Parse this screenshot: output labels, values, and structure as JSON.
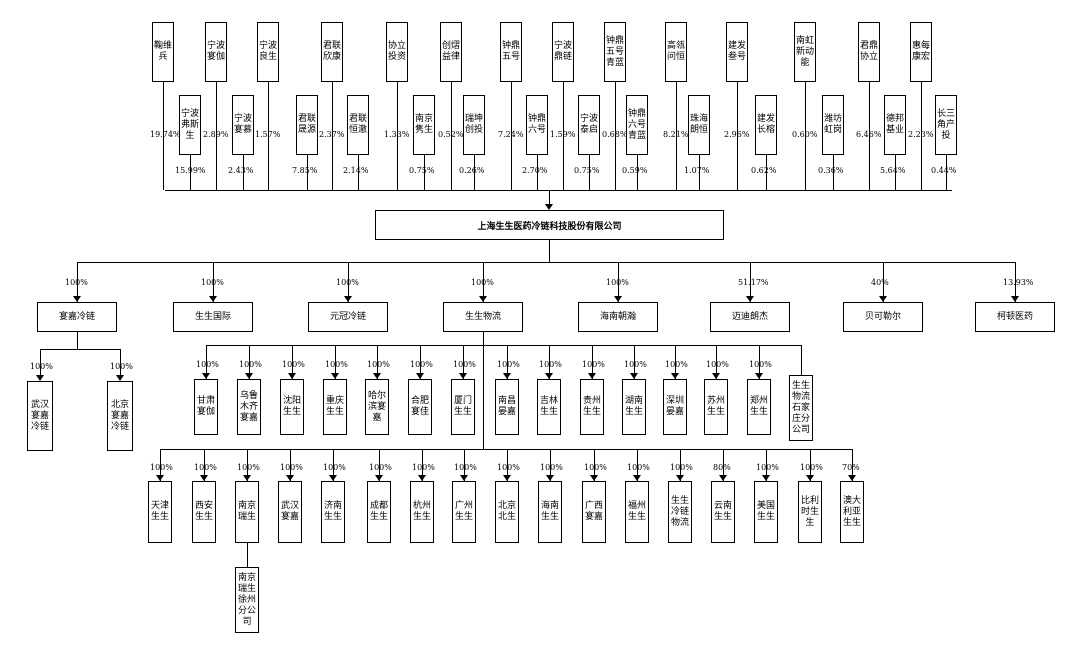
{
  "company": "上海生生医药冷链科技股份有限公司",
  "shareholders_top": [
    {
      "name": "鞠维兵",
      "pct": "19.74%"
    },
    {
      "name": "宁波宴伽",
      "pct": "2.89%"
    },
    {
      "name": "宁波良生",
      "pct": "1.57%"
    },
    {
      "name": "君联欣康",
      "pct": "2.37%"
    },
    {
      "name": "协立投资",
      "pct": "1.33%"
    },
    {
      "name": "创熠益律",
      "pct": "0.52%"
    },
    {
      "name": "钟鼎五号",
      "pct": "7.24%"
    },
    {
      "name": "宁波鼎链",
      "pct": "1.59%"
    },
    {
      "name": "钟鼎五号青蓝",
      "pct": "0.68%"
    },
    {
      "name": "高瓴问恒",
      "pct": "8.21%"
    },
    {
      "name": "建发叁号",
      "pct": "2.96%"
    },
    {
      "name": "南虹新动能",
      "pct": "0.60%"
    },
    {
      "name": "君鼎协立",
      "pct": "6.46%"
    },
    {
      "name": "惠每康宏",
      "pct": "2.23%"
    }
  ],
  "shareholders_bottom": [
    {
      "name": "宁波弗斯生",
      "pct": "15.99%"
    },
    {
      "name": "宁波宴慕",
      "pct": "2.43%"
    },
    {
      "name": "君联晟源",
      "pct": "7.85%"
    },
    {
      "name": "君联恒澈",
      "pct": "2.14%"
    },
    {
      "name": "南京隽生",
      "pct": "0.75%"
    },
    {
      "name": "瑞坤创投",
      "pct": "0.26%"
    },
    {
      "name": "钟鼎六号",
      "pct": "2.70%"
    },
    {
      "name": "宁波泰启",
      "pct": "0.75%"
    },
    {
      "name": "钟鼎六号青蓝",
      "pct": "0.59%"
    },
    {
      "name": "珠海朗恒",
      "pct": "1.07%"
    },
    {
      "name": "建发长榕",
      "pct": "0.62%"
    },
    {
      "name": "潍坊虹岗",
      "pct": "0.36%"
    },
    {
      "name": "德邦基业",
      "pct": "5.64%"
    },
    {
      "name": "长三角产投",
      "pct": "0.44%"
    }
  ],
  "subsidiaries": [
    {
      "name": "宴嘉冷链",
      "pct": "100%"
    },
    {
      "name": "生生国际",
      "pct": "100%"
    },
    {
      "name": "元冠冷链",
      "pct": "100%"
    },
    {
      "name": "生生物流",
      "pct": "100%"
    },
    {
      "name": "海南朝瀚",
      "pct": "100%"
    },
    {
      "name": "迈迪朗杰",
      "pct": "51.17%"
    },
    {
      "name": "贝可勒尔",
      "pct": "40%"
    },
    {
      "name": "柯顿医药",
      "pct": "13.93%"
    }
  ],
  "yanjia_children": [
    {
      "name": "武汉宴嘉冷链",
      "pct": "100%"
    },
    {
      "name": "北京宴嘉冷链",
      "pct": "100%"
    }
  ],
  "wuliu_row1": [
    {
      "name": "甘肃宴伽",
      "pct": "100%"
    },
    {
      "name": "乌鲁木齐宴嘉",
      "pct": "100%"
    },
    {
      "name": "沈阳生生",
      "pct": "100%"
    },
    {
      "name": "重庆生生",
      "pct": "100%"
    },
    {
      "name": "哈尔滨宴嘉",
      "pct": "100%"
    },
    {
      "name": "合肥宴佳",
      "pct": "100%"
    },
    {
      "name": "厦门生生",
      "pct": "100%"
    },
    {
      "name": "南昌晏嘉",
      "pct": "100%"
    },
    {
      "name": "吉林生生",
      "pct": "100%"
    },
    {
      "name": "贵州生生",
      "pct": "100%"
    },
    {
      "name": "湖南生生",
      "pct": "100%"
    },
    {
      "name": "深圳晏嘉",
      "pct": "100%"
    },
    {
      "name": "苏州生生",
      "pct": "100%"
    },
    {
      "name": "郑州生生",
      "pct": "100%"
    },
    {
      "name": "生生物流石家庄分公司",
      "pct": ""
    }
  ],
  "wuliu_row2": [
    {
      "name": "天津生生",
      "pct": "100%"
    },
    {
      "name": "西安生生",
      "pct": "100%"
    },
    {
      "name": "南京瑞生",
      "pct": "100%"
    },
    {
      "name": "武汉宴嘉",
      "pct": "100%"
    },
    {
      "name": "济南生生",
      "pct": "100%"
    },
    {
      "name": "成都生生",
      "pct": "100%"
    },
    {
      "name": "杭州生生",
      "pct": "100%"
    },
    {
      "name": "广州生生",
      "pct": "100%"
    },
    {
      "name": "北京北生",
      "pct": "100%"
    },
    {
      "name": "海南生生",
      "pct": "100%"
    },
    {
      "name": "广西宴嘉",
      "pct": "100%"
    },
    {
      "name": "福州生生",
      "pct": "100%"
    },
    {
      "name": "生生冷链物流",
      "pct": "100%"
    },
    {
      "name": "云南生生",
      "pct": "80%"
    },
    {
      "name": "美国生生",
      "pct": "100%"
    },
    {
      "name": "比利时生生",
      "pct": "100%"
    },
    {
      "name": "澳大利亚生生",
      "pct": "70%"
    }
  ],
  "nanjing_branch": {
    "name": "南京瑞生徐州分公司"
  }
}
